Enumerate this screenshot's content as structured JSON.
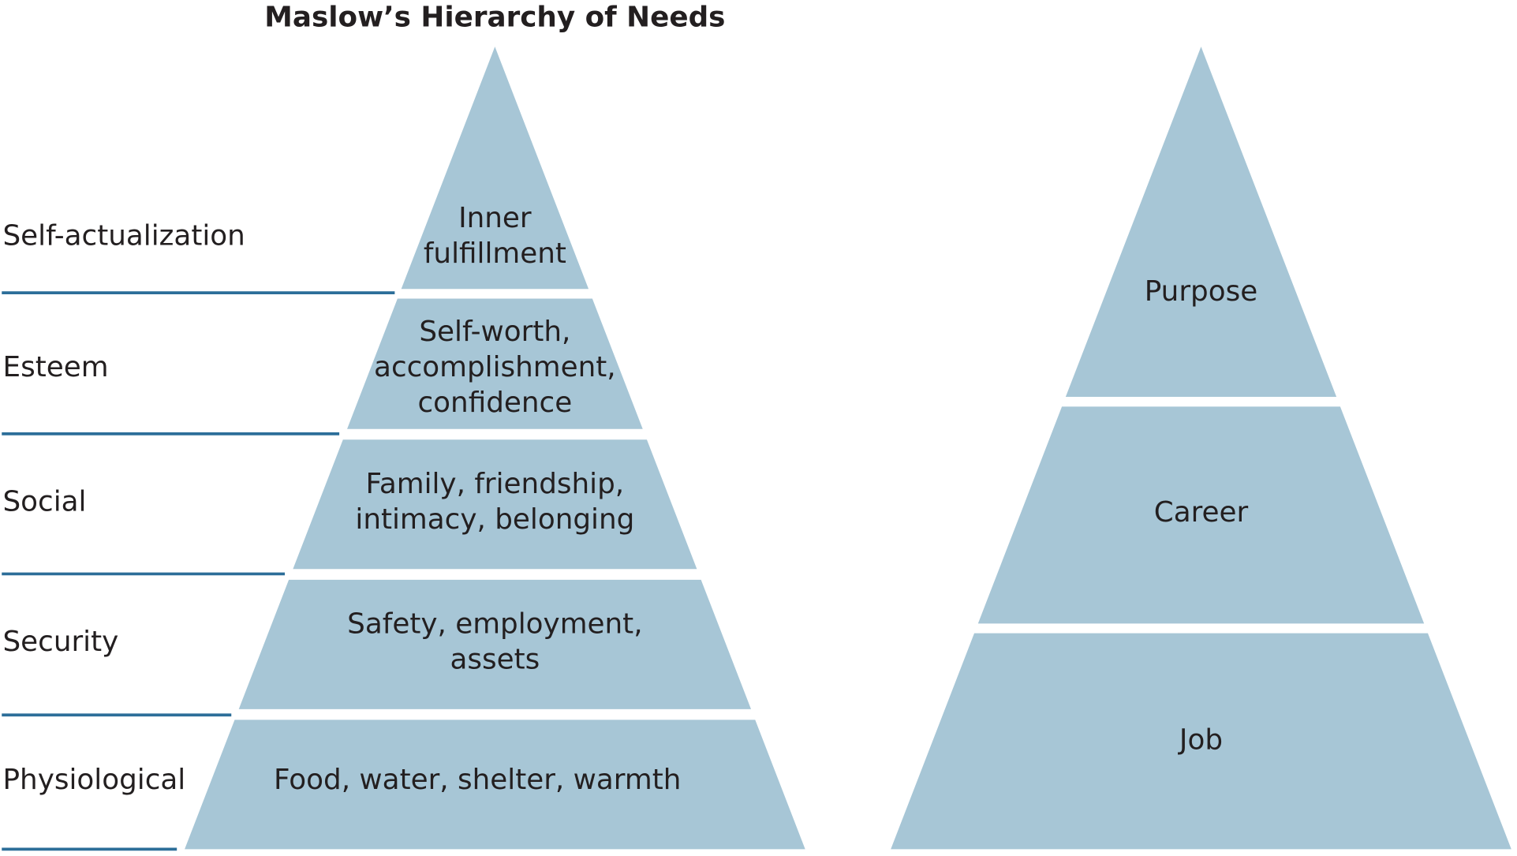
{
  "title": "Maslow’s Hierarchy of Needs",
  "colors": {
    "tier_fill": "#a7c6d6",
    "divider_line": "#2c6e99",
    "text": "#231f20"
  },
  "maslow_levels": [
    {
      "name": "Self-actualization",
      "lines": [
        "Inner",
        "fulfillment"
      ]
    },
    {
      "name": "Esteem",
      "lines": [
        "Self-worth,",
        "accomplishment,",
        "confidence"
      ]
    },
    {
      "name": "Social",
      "lines": [
        "Family, friendship,",
        "intimacy, belonging"
      ]
    },
    {
      "name": "Security",
      "lines": [
        "Safety, employment,",
        "assets"
      ]
    },
    {
      "name": "Physiological",
      "lines": [
        "Food, water, shelter, warmth"
      ]
    }
  ],
  "work_levels": [
    "Purpose",
    "Career",
    "Job"
  ]
}
